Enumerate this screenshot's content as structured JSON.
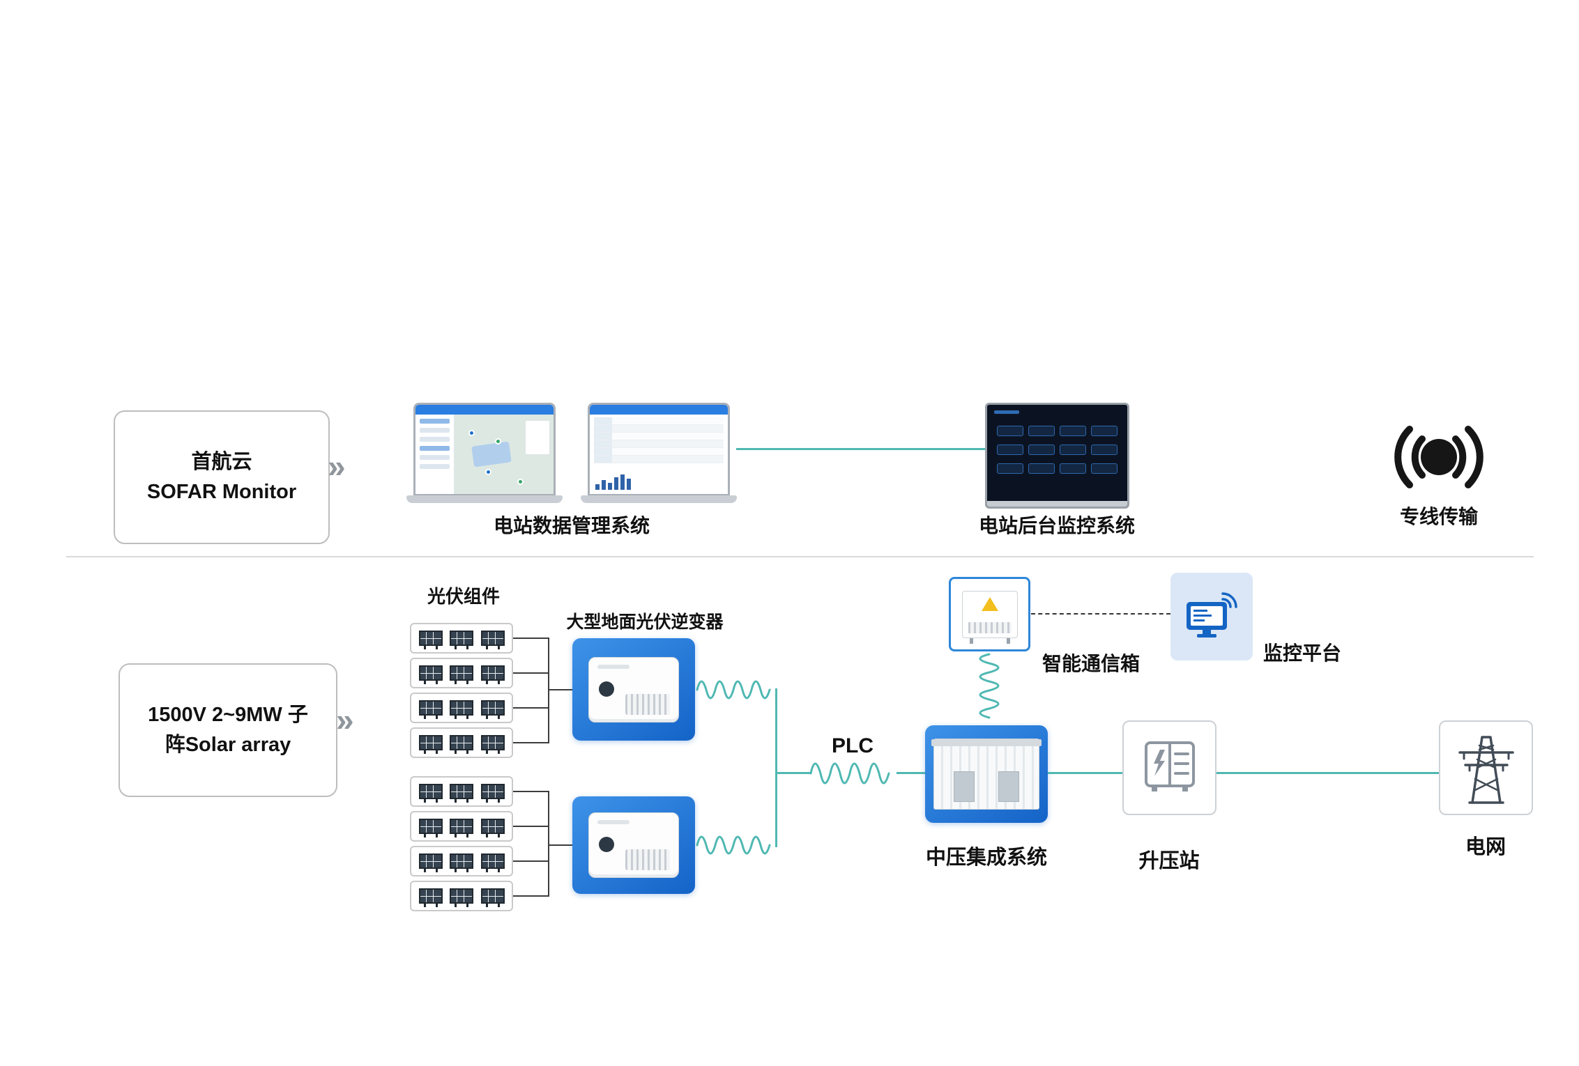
{
  "colors": {
    "teal_line": "#4fb8b2",
    "blue_box_start": "#3e93e8",
    "blue_box_end": "#1463c8",
    "platform_bg": "#dbe7f6",
    "icon_blue": "#1464c4",
    "warning_yellow": "#f2bf1e",
    "dark_icon": "#161616"
  },
  "top_row": {
    "sofar_line1": "首航云",
    "sofar_line2": "SOFAR Monitor",
    "chevron": "»",
    "data_mgmt_label": "电站数据管理系统",
    "backend_label": "电站后台监控系统",
    "transmission_label": "专线传输"
  },
  "bottom_row": {
    "array_line1": "1500V 2~9MW 子",
    "array_line2": "阵Solar array",
    "chevron": "»",
    "pv_label": "光伏组件",
    "inverter_label": "大型地面光伏逆变器",
    "plc_label": "PLC",
    "comm_label": "智能通信箱",
    "platform_label": "监控平台",
    "mv_label": "中压集成系统",
    "booster_label": "升压站",
    "grid_label": "电网"
  }
}
